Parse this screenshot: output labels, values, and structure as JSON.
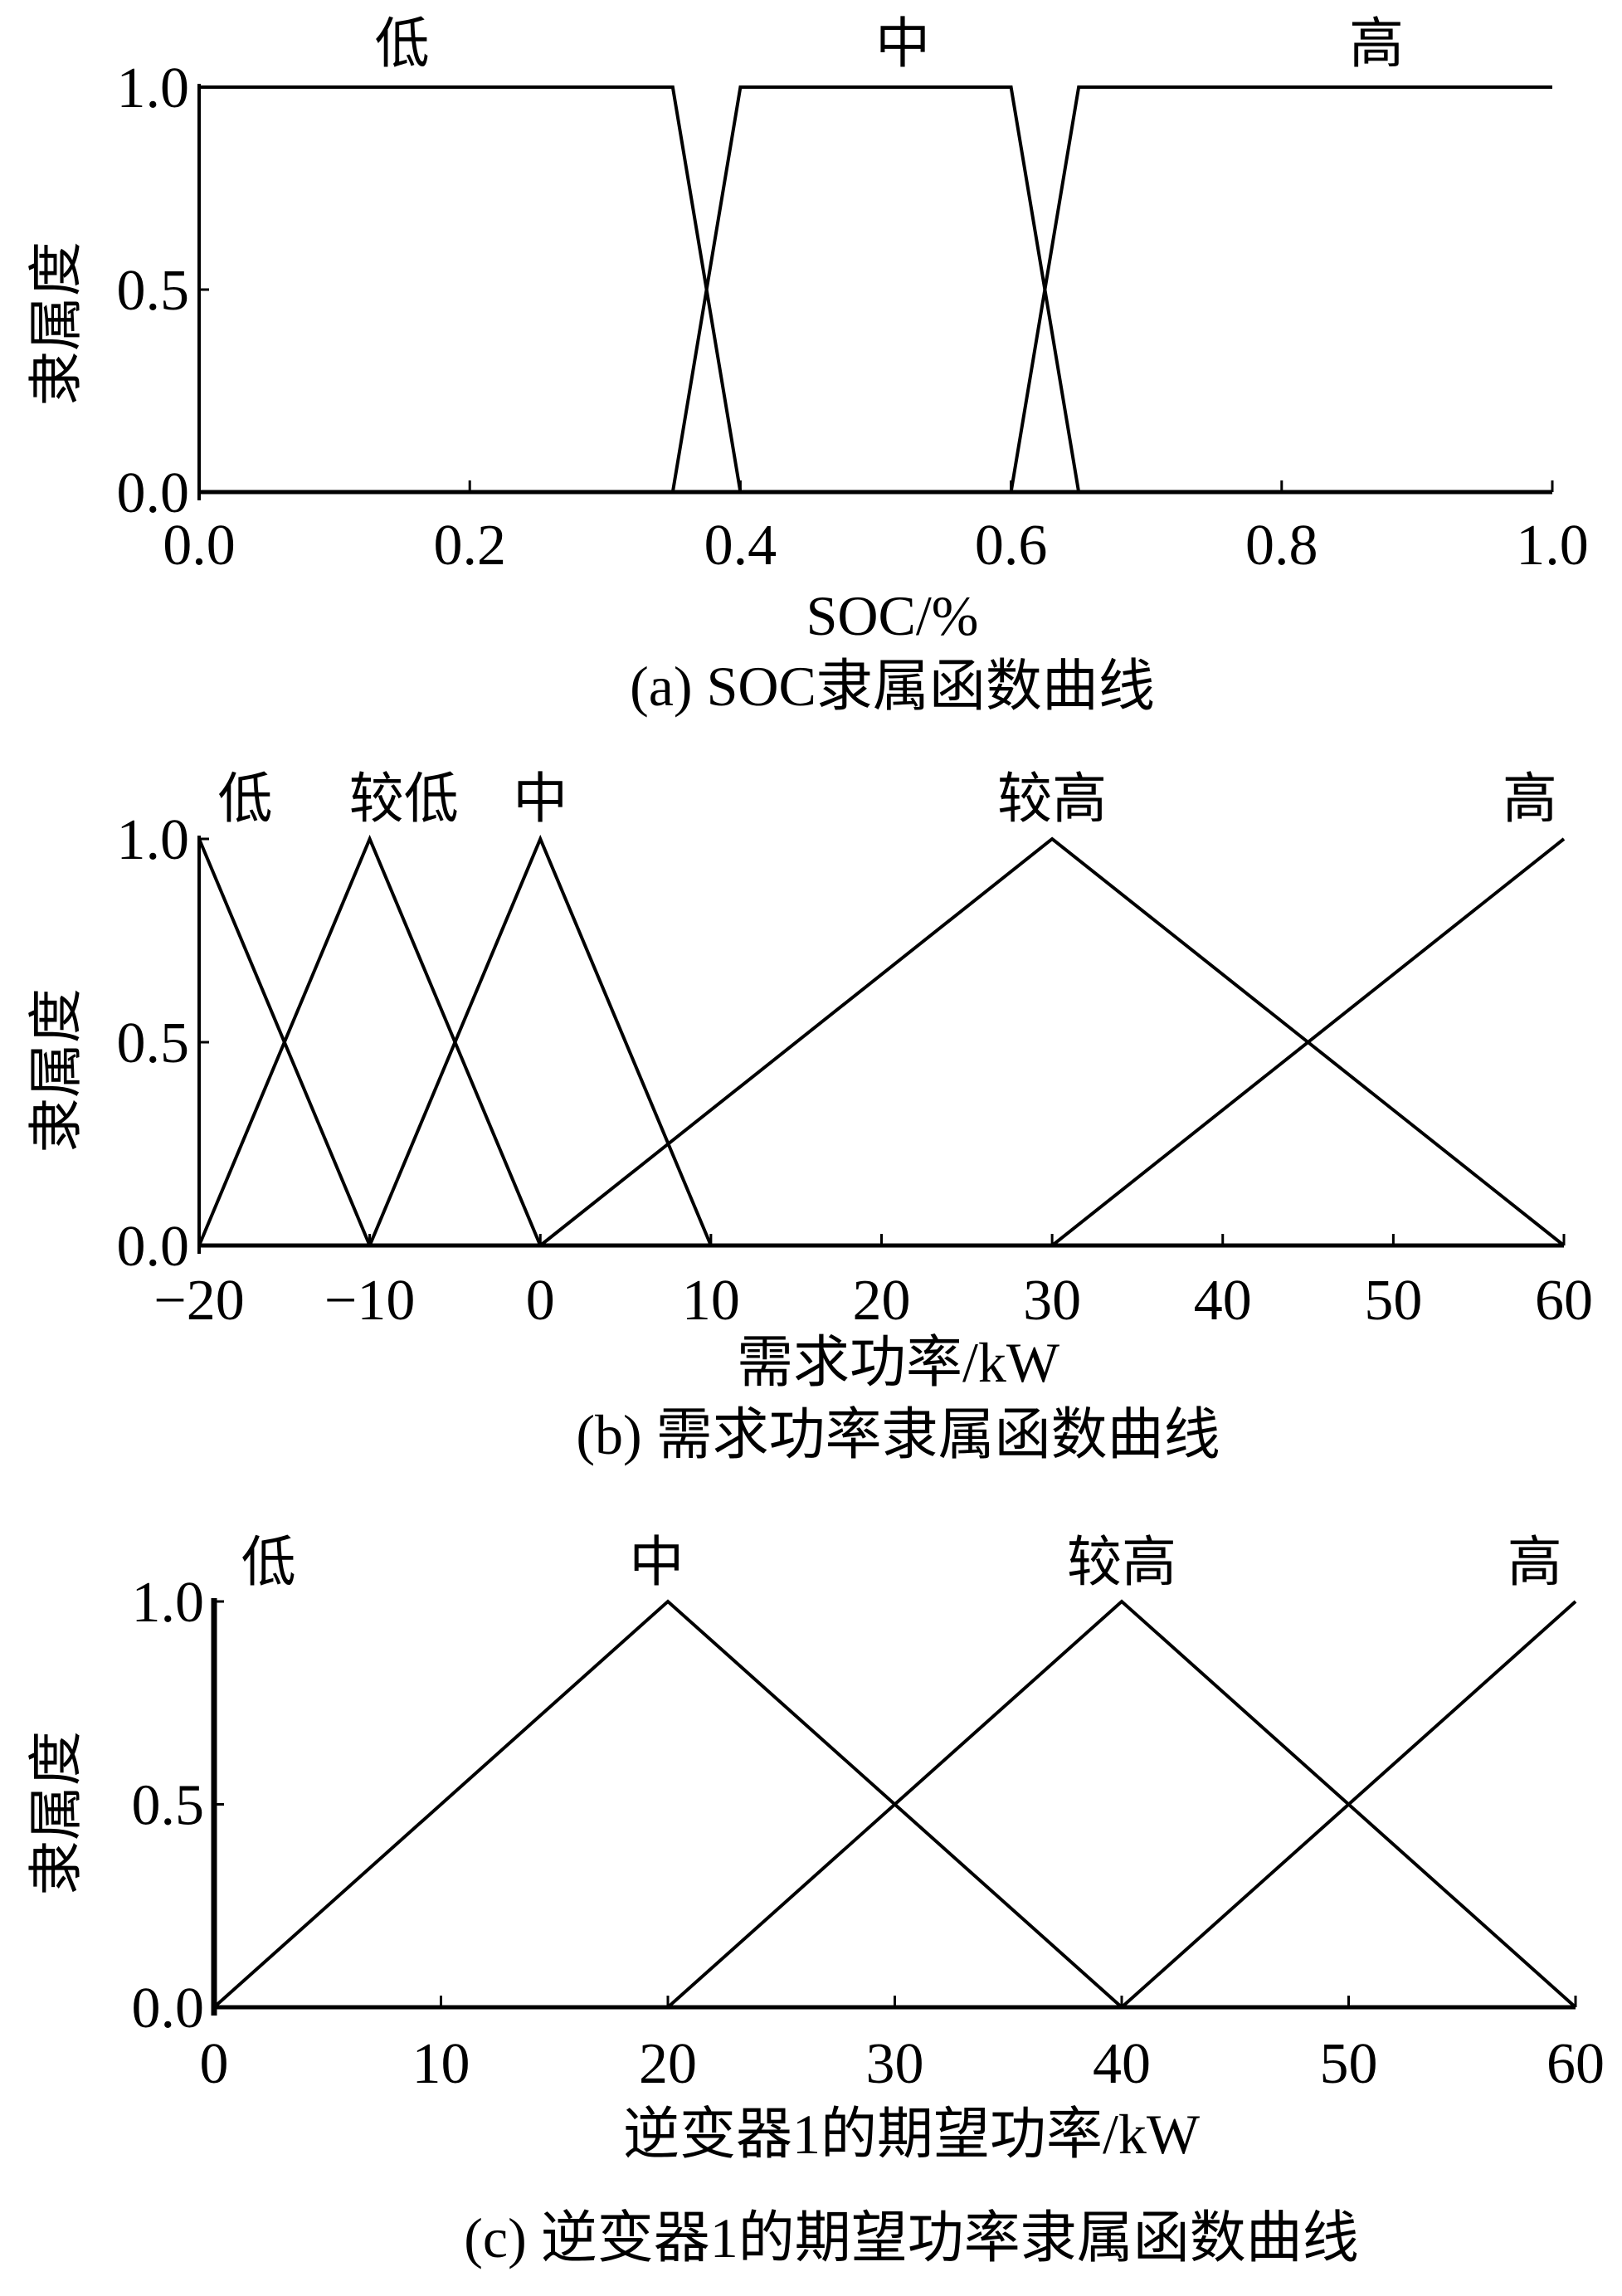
{
  "chart_data": [
    {
      "type": "line",
      "title": "(a) SOC隶属函数曲线",
      "xlabel": "SOC/%",
      "ylabel": "隶属度",
      "xlim": [
        0,
        1.0
      ],
      "ylim": [
        0,
        1.0
      ],
      "xticks": [
        0.0,
        0.2,
        0.4,
        0.6,
        0.8,
        1.0
      ],
      "xtick_labels": [
        "0.0",
        "0.2",
        "0.4",
        "0.6",
        "0.8",
        "1.0"
      ],
      "yticks": [
        0.0,
        0.5,
        1.0
      ],
      "ytick_labels": [
        "0.0",
        "0.5",
        "1.0"
      ],
      "series": [
        {
          "name": "低",
          "label_x": 0.15,
          "points": [
            [
              0,
              1
            ],
            [
              0.35,
              1
            ],
            [
              0.4,
              0
            ],
            [
              0,
              0
            ]
          ]
        },
        {
          "name": "中",
          "label_x": 0.52,
          "points": [
            [
              0.35,
              0
            ],
            [
              0.4,
              1
            ],
            [
              0.6,
              1
            ],
            [
              0.65,
              0
            ]
          ]
        },
        {
          "name": "高",
          "label_x": 0.87,
          "points": [
            [
              0.6,
              0
            ],
            [
              0.65,
              1
            ],
            [
              1.0,
              1
            ]
          ]
        }
      ]
    },
    {
      "type": "line",
      "title": "(b) 需求功率隶属函数曲线",
      "xlabel": "需求功率/kW",
      "ylabel": "隶属度",
      "xlim": [
        -20,
        60
      ],
      "ylim": [
        0,
        1.0
      ],
      "xticks": [
        -20,
        -10,
        0,
        10,
        20,
        30,
        40,
        50,
        60
      ],
      "xtick_labels": [
        "−20",
        "−10",
        "0",
        "10",
        "20",
        "30",
        "40",
        "50",
        "60"
      ],
      "yticks": [
        0.0,
        0.5,
        1.0
      ],
      "ytick_labels": [
        "0.0",
        "0.5",
        "1.0"
      ],
      "series": [
        {
          "name": "低",
          "label_x": -17.3,
          "points": [
            [
              -20,
              1
            ],
            [
              -10,
              0
            ]
          ]
        },
        {
          "name": "较低",
          "label_x": -8,
          "points": [
            [
              -20,
              0
            ],
            [
              -10,
              1
            ],
            [
              0,
              0
            ]
          ]
        },
        {
          "name": "中",
          "label_x": 0,
          "points": [
            [
              -10,
              0
            ],
            [
              0,
              1
            ],
            [
              10,
              0
            ]
          ]
        },
        {
          "name": "较高",
          "label_x": 30,
          "points": [
            [
              0,
              0
            ],
            [
              30,
              1
            ],
            [
              60,
              0
            ]
          ]
        },
        {
          "name": "高",
          "label_x": 58,
          "points": [
            [
              30,
              0
            ],
            [
              60,
              1
            ]
          ]
        }
      ]
    },
    {
      "type": "line",
      "title": "(c) 逆变器1的期望功率隶属函数曲线",
      "xlabel": "逆变器1的期望功率/kW",
      "ylabel": "隶属度",
      "xlim": [
        0,
        60
      ],
      "ylim": [
        0,
        1.0
      ],
      "xticks": [
        0,
        10,
        20,
        30,
        40,
        50,
        60
      ],
      "xtick_labels": [
        "0",
        "10",
        "20",
        "30",
        "40",
        "50",
        "60"
      ],
      "yticks": [
        0.0,
        0.5,
        1.0
      ],
      "ytick_labels": [
        "0.0",
        "0.5",
        "1.0"
      ],
      "series": [
        {
          "name": "低",
          "label_x": 2.4,
          "points": [
            [
              0,
              1
            ],
            [
              0,
              0
            ]
          ]
        },
        {
          "name": "中",
          "label_x": 19.5,
          "points": [
            [
              0,
              0
            ],
            [
              20,
              1
            ],
            [
              40,
              0
            ]
          ]
        },
        {
          "name": "较高",
          "label_x": 40,
          "points": [
            [
              20,
              0
            ],
            [
              40,
              1
            ],
            [
              60,
              0
            ]
          ]
        },
        {
          "name": "高",
          "label_x": 58.2,
          "points": [
            [
              40,
              0
            ],
            [
              60,
              1
            ]
          ]
        }
      ]
    }
  ]
}
